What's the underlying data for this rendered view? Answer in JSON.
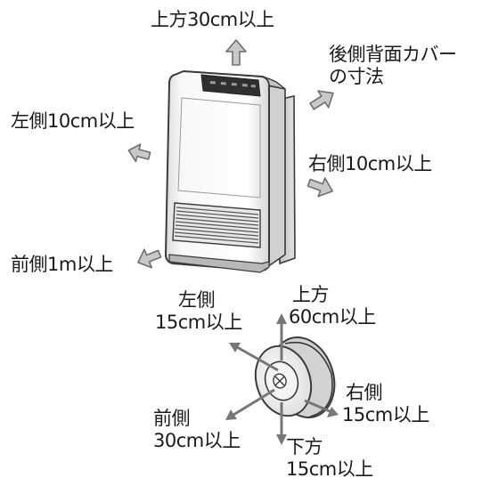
{
  "top_clearance": "上方30cm以上",
  "rear_cover": {
    "line1": "後側背面カバー",
    "line2": "の寸法"
  },
  "left_clearance": "左側10cm以上",
  "right_clearance": "右側10cm以上",
  "front_clearance": "前側1m以上",
  "vent": {
    "left": {
      "line1": "左側",
      "line2": "15cm以上"
    },
    "top": {
      "line1": "上方",
      "line2": "60cm以上"
    },
    "right": {
      "line1": "右側",
      "line2": "15cm以上"
    },
    "front": {
      "line1": "前側",
      "line2": "30cm以上"
    },
    "bottom": {
      "line1": "下方",
      "line2": "15cm以上"
    }
  },
  "colors": {
    "arrow_fill": "#c8c8c8",
    "arrow_stroke": "#6e6e6e",
    "outline": "#3a3a3a",
    "body_fill": "#f2f2f2"
  }
}
